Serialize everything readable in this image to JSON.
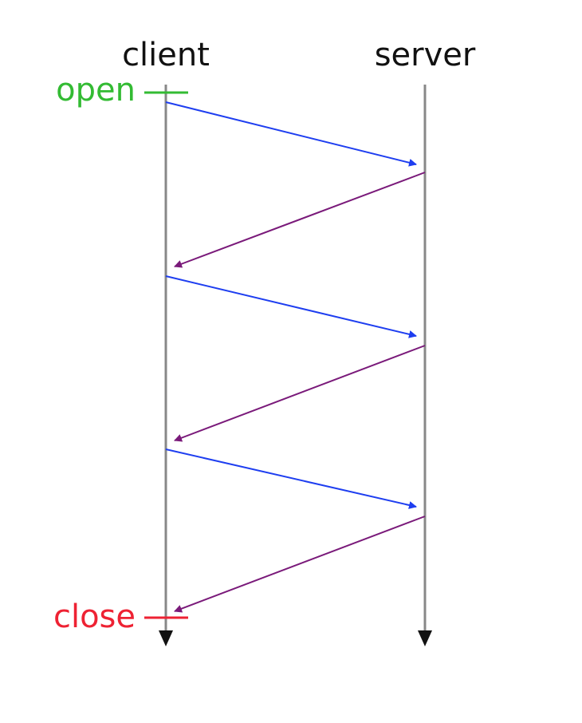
{
  "lifelines": {
    "client": {
      "label": "client"
    },
    "server": {
      "label": "server"
    }
  },
  "markers": {
    "open": {
      "label": "open"
    },
    "close": {
      "label": "close"
    }
  },
  "messages": [
    {
      "from": "client",
      "to": "server"
    },
    {
      "from": "server",
      "to": "client"
    },
    {
      "from": "client",
      "to": "server"
    },
    {
      "from": "server",
      "to": "client"
    },
    {
      "from": "client",
      "to": "server"
    },
    {
      "from": "server",
      "to": "client"
    }
  ],
  "colors": {
    "lifeline": "#888888",
    "arrowhead": "#111111",
    "request": "#1e3ef0",
    "response": "#7a1a7a",
    "open": "#33bb33",
    "close": "#ee2233",
    "text": "#111111"
  }
}
